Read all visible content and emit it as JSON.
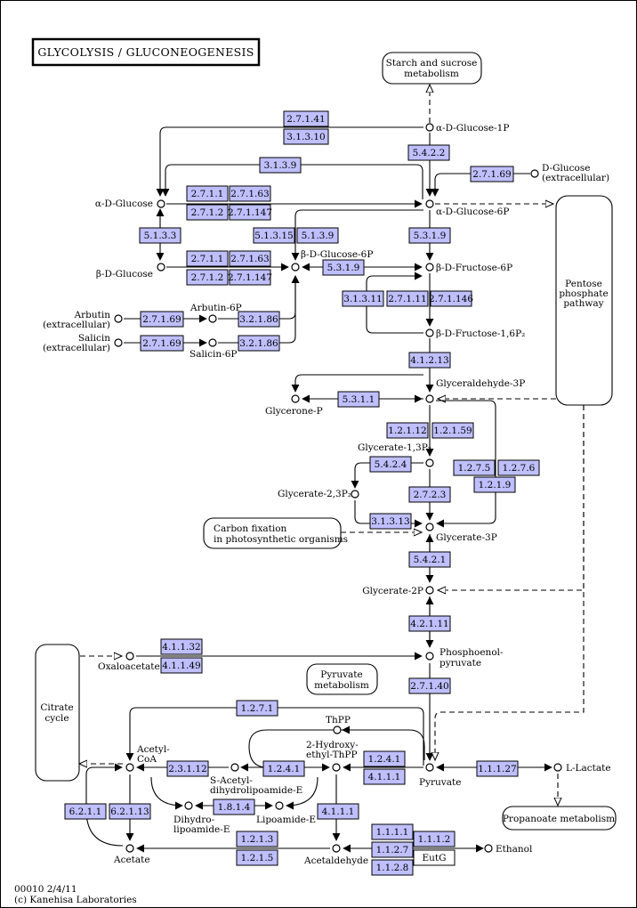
{
  "title": "GLYCOLYSIS / GLUCONEOGENESIS",
  "footer": {
    "map_id": "00010 2/4/11",
    "copyright": "(c) Kanehisa Laboratories"
  },
  "maps": {
    "starch": [
      "Starch and sucrose",
      "metabolism"
    ],
    "pentose": [
      "Pentose",
      "phosphate",
      "pathway"
    ],
    "carbon": [
      "Carbon fixation",
      "in photosynthetic organisms"
    ],
    "pyruvate": [
      "Pyruvate",
      "metabolism"
    ],
    "citrate": [
      "Citrate",
      "cycle"
    ],
    "propanoate": [
      "Propanoate metabolism"
    ]
  },
  "compounds": {
    "a_glc1p": "α-D-Glucose-1P",
    "d_glc_ext": [
      "D-Glucose",
      "(extracellular)"
    ],
    "a_glc": "α-D-Glucose",
    "a_glc6p": "α-D-Glucose-6P",
    "b_glc": "β-D-Glucose",
    "b_glc6p": "β-D-Glucose-6P",
    "b_fru6p": "β-D-Fructose-6P",
    "arbutin": [
      "Arbutin",
      "(extracellular)"
    ],
    "arbutin6p": "Arbutin-6P",
    "salicin": [
      "Salicin",
      "(extracellular)"
    ],
    "salicin6p": "Salicin-6P",
    "b_fru16p": "β-D-Fructose-1,6P₂",
    "gap": "Glyceraldehyde-3P",
    "dhap": "Glycerone-P",
    "bpg13": "Glycerate-1,3P₂",
    "bpg23": "Glycerate-2,3P₂",
    "pg3": "Glycerate-3P",
    "pg2": "Glycerate-2P",
    "pep": [
      "Phosphoenol-",
      "pyruvate"
    ],
    "oaa": "Oxaloacetate",
    "tpp": "ThPP",
    "hetpp": [
      "2-Hydroxy-",
      "ethyl-ThPP"
    ],
    "acoa": [
      "Acetyl-",
      "CoA"
    ],
    "sacdl": [
      "S-Acetyl-",
      "dihydrolipoamide-E"
    ],
    "pyr": "Pyruvate",
    "lac": "L-Lactate",
    "dhl": [
      "Dihydro-",
      "lipoamide-E"
    ],
    "lipo": "Lipoamide-E",
    "acetate": "Acetate",
    "acetald": "Acetaldehyde",
    "ethanol": "Ethanol"
  },
  "enzymes": {
    "e2_7_1_41": "2.7.1.41",
    "e3_1_3_10": "3.1.3.10",
    "e5_4_2_2": "5.4.2.2",
    "e3_1_3_9": "3.1.3.9",
    "e2_7_1_69_glc": "2.7.1.69",
    "e2_7_1_1_a": "2.7.1.1",
    "e2_7_1_63_a": "2.7.1.63",
    "e2_7_1_2_a": "2.7.1.2",
    "e2_7_1_147_a": "2.7.1.147",
    "e5_1_3_3": "5.1.3.3",
    "e5_1_3_15": "5.1.3.15",
    "e5_1_3_9a": "5.1.3.9",
    "e5_3_1_9": "5.3.1.9",
    "e2_7_1_1_b": "2.7.1.1",
    "e2_7_1_63_b": "2.7.1.63",
    "e2_7_1_2_b": "2.7.1.2",
    "e2_7_1_147_b": "2.7.1.147",
    "e5_3_1_9b": "5.3.1.9",
    "e3_1_3_11": "3.1.3.11",
    "e2_7_1_11": "2.7.1.11",
    "e2_7_1_146": "2.7.1.146",
    "e2_7_1_69_arb": "2.7.1.69",
    "e3_2_1_86_arb": "3.2.1.86",
    "e2_7_1_69_sal": "2.7.1.69",
    "e3_2_1_86_sal": "3.2.1.86",
    "e4_1_2_13": "4.1.2.13",
    "e5_3_1_1": "5.3.1.1",
    "e1_2_1_12": "1.2.1.12",
    "e1_2_1_59": "1.2.1.59",
    "e5_4_2_4": "5.4.2.4",
    "e1_2_7_5": "1.2.7.5",
    "e1_2_7_6": "1.2.7.6",
    "e1_2_1_9": "1.2.1.9",
    "e2_7_2_3": "2.7.2.3",
    "e3_1_3_13": "3.1.3.13",
    "e5_4_2_1": "5.4.2.1",
    "e4_2_1_11": "4.2.1.11",
    "e4_1_1_32": "4.1.1.32",
    "e4_1_1_49": "4.1.1.49",
    "e2_7_1_40": "2.7.1.40",
    "e1_2_7_1": "1.2.7.1",
    "e2_3_1_12": "2.3.1.12",
    "e1_2_4_1a": "1.2.4.1",
    "e1_2_4_1b": "1.2.4.1",
    "e4_1_1_1a": "4.1.1.1",
    "e1_1_1_27": "1.1.1.27",
    "e6_2_1_1": "6.2.1.1",
    "e6_2_1_13": "6.2.1.13",
    "e1_8_1_4": "1.8.1.4",
    "e4_1_1_1b": "4.1.1.1",
    "e1_2_1_3": "1.2.1.3",
    "e1_2_1_5": "1.2.1.5",
    "e1_1_1_1": "1.1.1.1",
    "e1_1_1_2": "1.1.1.2",
    "e1_1_2_7": "1.1.2.7",
    "e1_1_2_8": "1.1.2.8",
    "eutg": "EutG"
  },
  "colors": {
    "enzyme_fill": "#bfbfff",
    "line": "#000000",
    "background": "#ffffff"
  }
}
